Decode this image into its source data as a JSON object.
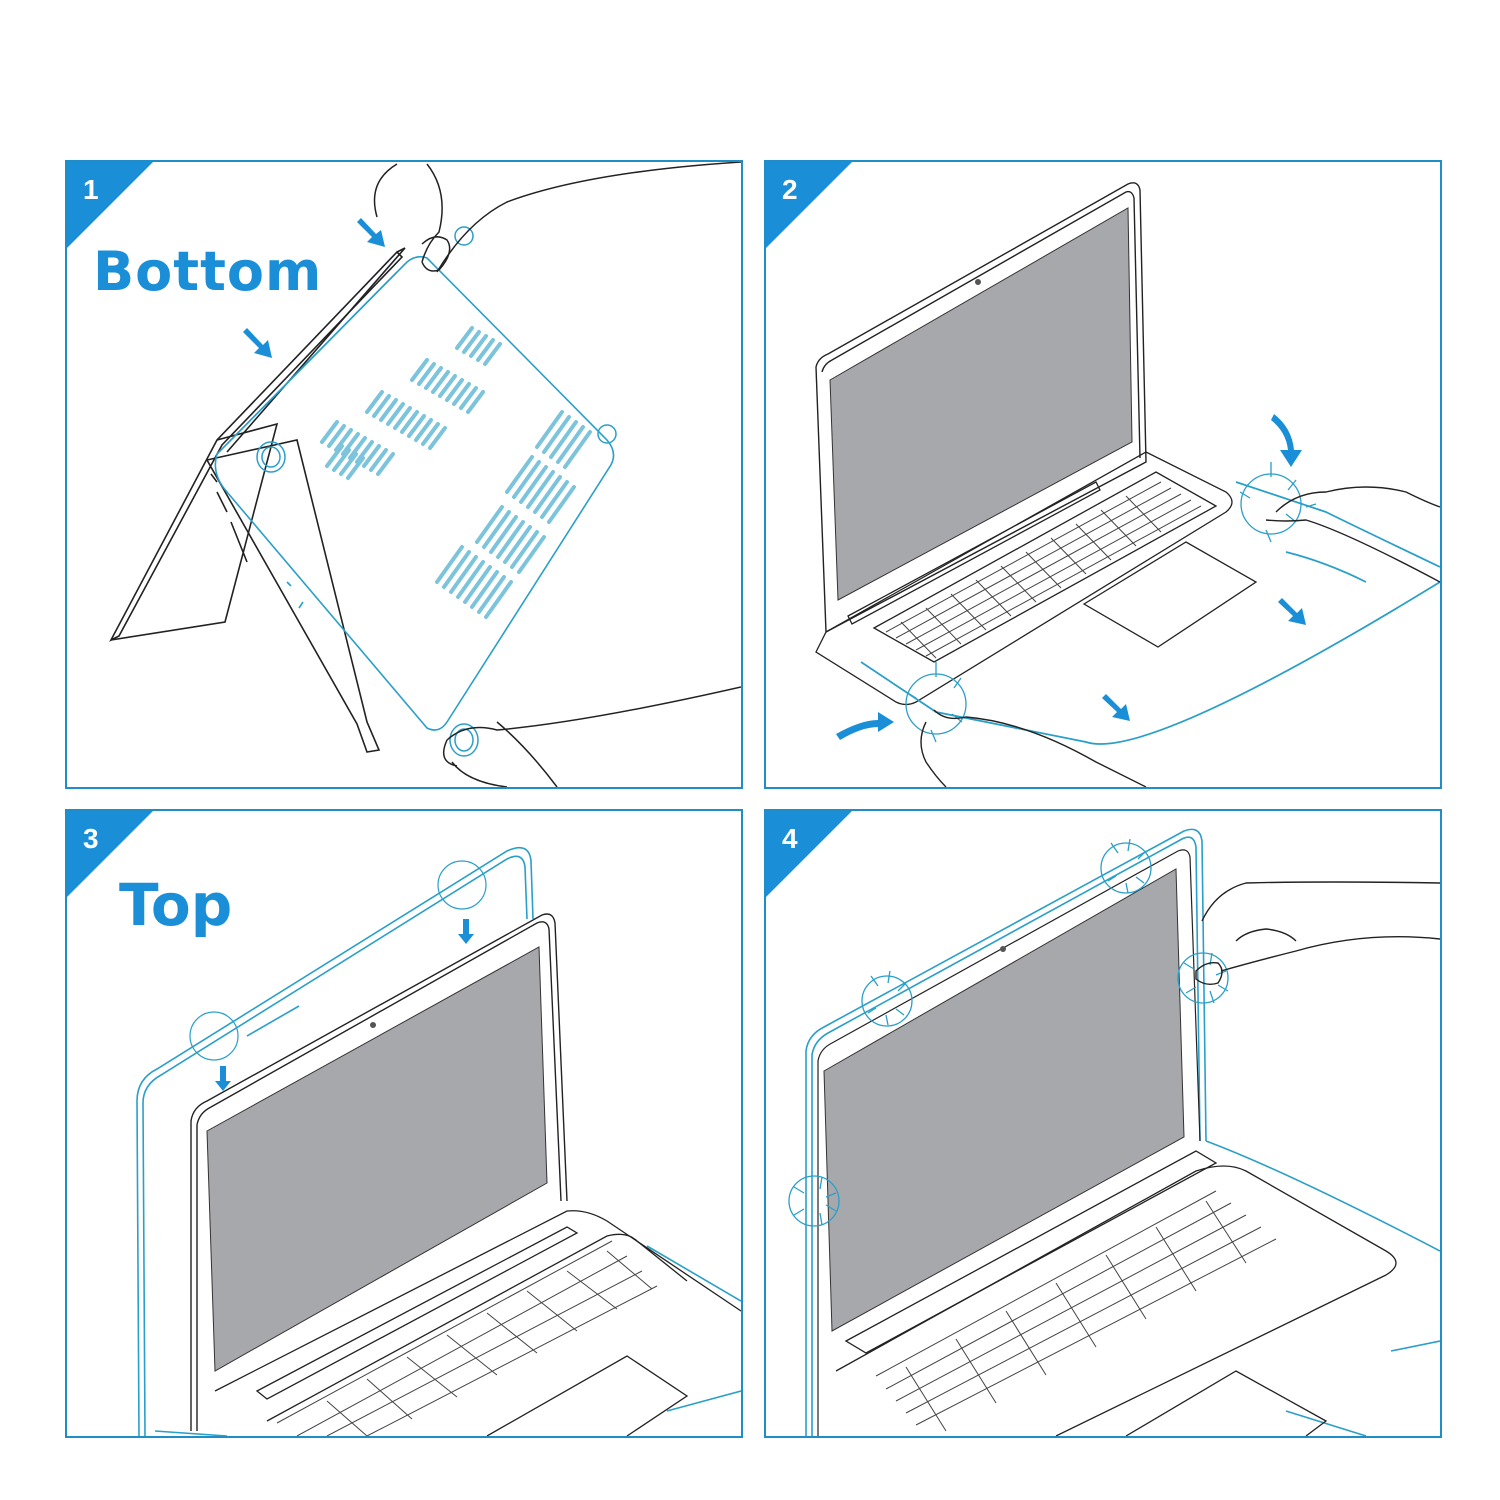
{
  "guide": {
    "type": "laptop hard shell case installation instructions",
    "colors": {
      "accent": "#1a8fd8",
      "panel_border": "#1f8ec6",
      "case_outline": "#2a9fc9",
      "vent_slots": "#7cc4dc",
      "screen_gray": "#a7a8ab",
      "line_art": "#222222",
      "background": "#ffffff"
    },
    "steps": [
      {
        "number": "1",
        "title": "Bottom",
        "illustration": "attaching bottom case to upside-down laptop, arrows pressing edges"
      },
      {
        "number": "2",
        "title": "",
        "illustration": "pressing bottom case corners onto laptop base, click marks at corners"
      },
      {
        "number": "3",
        "title": "Top",
        "illustration": "aligning top case above laptop lid with down arrows"
      },
      {
        "number": "4",
        "title": "",
        "illustration": "pressing top case corners onto lid, click marks at four points"
      }
    ]
  }
}
